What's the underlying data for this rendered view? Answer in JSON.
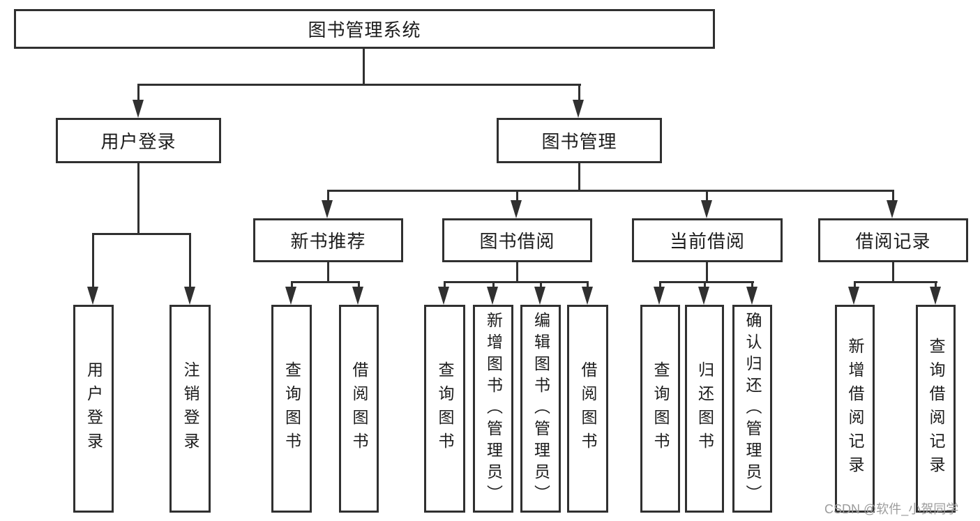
{
  "tree": {
    "label": "图书管理系统",
    "children": [
      {
        "label": "用户登录",
        "children": [
          {
            "label": "用户登录"
          },
          {
            "label": "注销登录"
          }
        ]
      },
      {
        "label": "图书管理",
        "children": [
          {
            "label": "新书推荐",
            "children": [
              {
                "label": "查询图书"
              },
              {
                "label": "借阅图书"
              }
            ]
          },
          {
            "label": "图书借阅",
            "children": [
              {
                "label": "查询图书"
              },
              {
                "label": "新增图书（管理员）"
              },
              {
                "label": "编辑图书（管理员）"
              },
              {
                "label": "借阅图书"
              }
            ]
          },
          {
            "label": "当前借阅",
            "children": [
              {
                "label": "查询图书"
              },
              {
                "label": "归还图书"
              },
              {
                "label": "确认归还（管理员）"
              }
            ]
          },
          {
            "label": "借阅记录",
            "children": [
              {
                "label": "新增借阅记录"
              },
              {
                "label": "查询借阅记录"
              }
            ]
          }
        ]
      }
    ]
  },
  "watermark": {
    "text": "CSDN @软件_小贺同学"
  },
  "colors": {
    "line": "#303030",
    "text": "#1c1c1c",
    "background": "#ffffff",
    "watermark": "#9c9c9c"
  }
}
